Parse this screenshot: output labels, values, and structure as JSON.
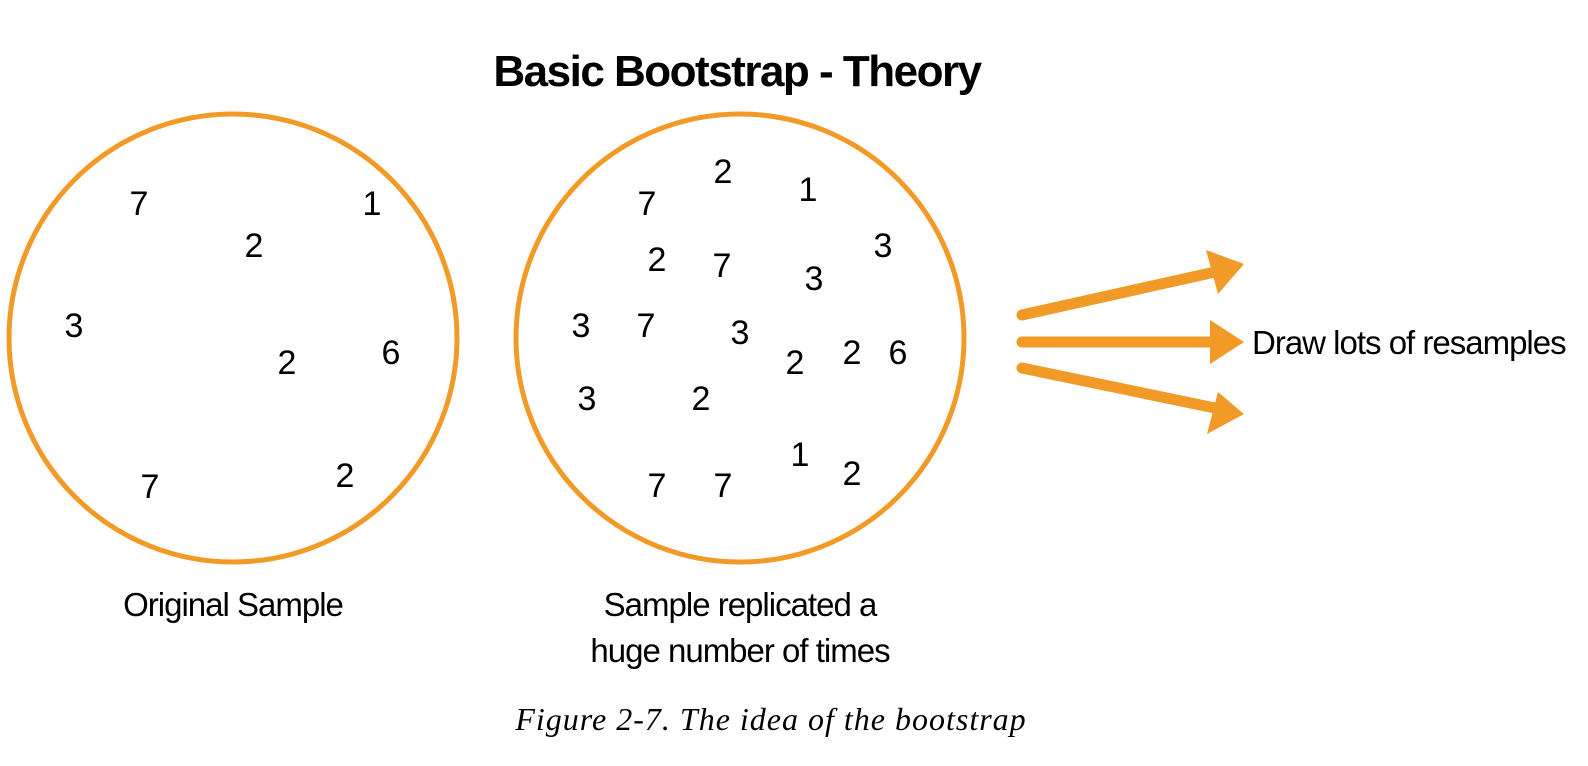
{
  "title": "Basic Bootstrap - Theory",
  "colors": {
    "accent": "#f29a27",
    "text": "#000000",
    "background": "#ffffff"
  },
  "original_sample": {
    "label": "Original Sample",
    "values": [
      "7",
      "1",
      "2",
      "3",
      "2",
      "6",
      "7",
      "2"
    ]
  },
  "replicated_sample": {
    "label_line1": "Sample replicated a",
    "label_line2": "huge number of times",
    "values": [
      "2",
      "7",
      "1",
      "3",
      "2",
      "7",
      "3",
      "3",
      "7",
      "3",
      "2",
      "2",
      "6",
      "3",
      "2",
      "1",
      "2",
      "7",
      "7"
    ]
  },
  "arrows": {
    "count": 3,
    "label": "Draw lots of resamples"
  },
  "caption": "Figure 2-7. The idea of the bootstrap"
}
